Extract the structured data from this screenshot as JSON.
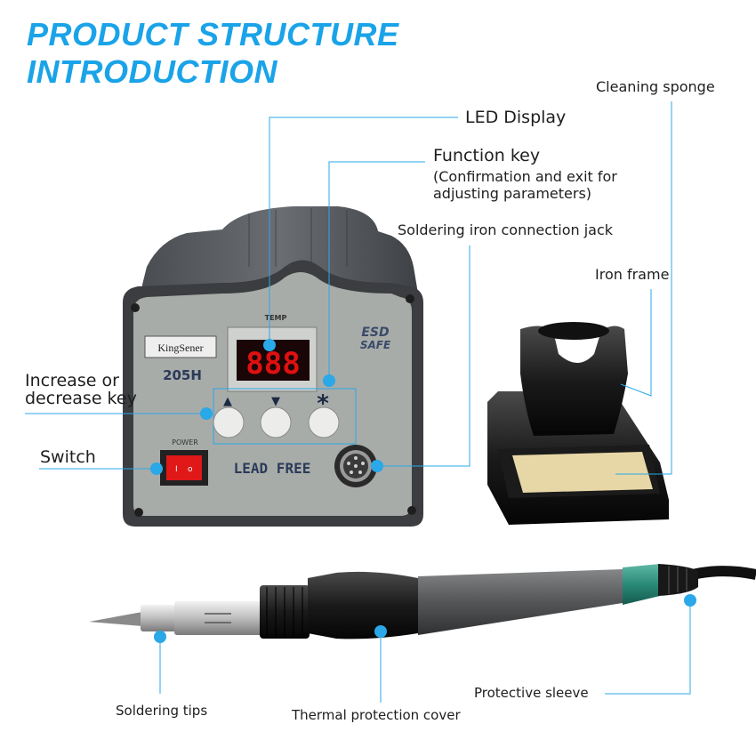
{
  "title": {
    "line1": "PRODUCT STRUCTURE",
    "line2": "INTRODUCTION"
  },
  "device": {
    "brand": "KingSener",
    "model": "205H",
    "temp_label": "TEMP",
    "display_digits": "888",
    "up_arrow": "▲",
    "down_arrow": "▼",
    "function_symbol": "*",
    "power_label": "POWER",
    "lead_free": "LEAD FREE",
    "esd_line1": "ESD",
    "esd_line2": "SAFE"
  },
  "labels": {
    "led_display": "LED Display",
    "function_key": "Function key",
    "function_key_desc1": "(Confirmation and exit for",
    "function_key_desc2": "adjusting parameters)",
    "connection_jack": "Soldering iron connection jack",
    "cleaning_sponge": "Cleaning sponge",
    "iron_frame": "Iron frame",
    "increase_decrease_1": "Increase or",
    "increase_decrease_2": "decrease key",
    "switch": "Switch",
    "soldering_tips": "Soldering tips",
    "thermal_cover": "Thermal protection cover",
    "protective_sleeve": "Protective sleeve"
  },
  "colors": {
    "accent": "#1aa3e8",
    "marker": "#2aa8e8",
    "led": "#e01010",
    "switch": "#e01818"
  }
}
